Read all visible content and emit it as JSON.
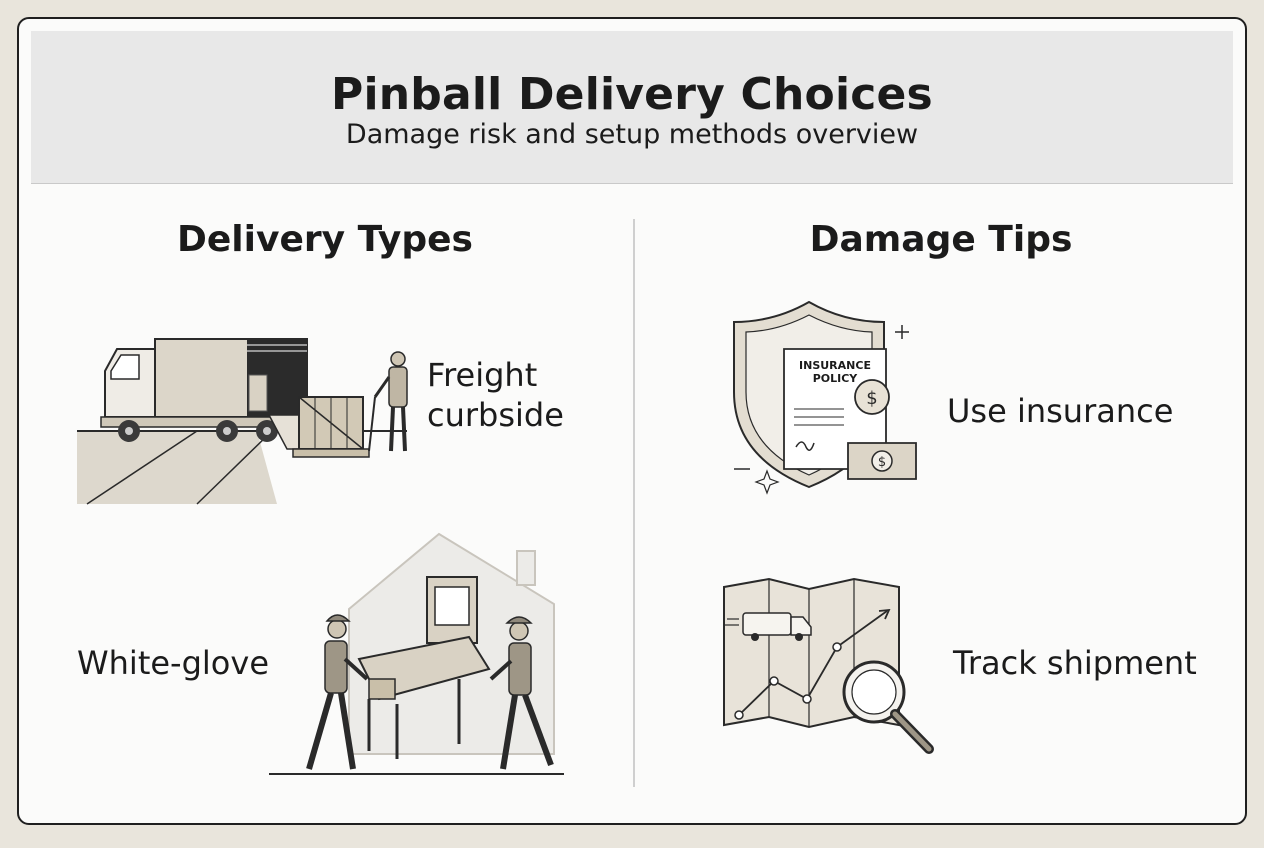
{
  "header": {
    "title": "Pinball Delivery Choices",
    "subtitle": "Damage risk and setup methods overview"
  },
  "left_column": {
    "heading": "Delivery Types",
    "items": [
      {
        "label_line1": "Freight",
        "label_line2": "curbside",
        "icon": "freight-truck-icon"
      },
      {
        "label": "White-glove",
        "icon": "movers-carrying-pinball-icon"
      }
    ]
  },
  "right_column": {
    "heading": "Damage Tips",
    "items": [
      {
        "label": "Use insurance",
        "icon": "insurance-shield-icon",
        "doc_text_1": "INSURANCE",
        "doc_text_2": "POLICY"
      },
      {
        "label": "Track shipment",
        "icon": "map-magnifier-icon"
      }
    ]
  },
  "colors": {
    "background": "#e9e5dc",
    "card": "#fbfbfa",
    "header_band": "#e8e8e8",
    "illustration_fill": "#d9d2c4",
    "line": "#2a2a2a"
  }
}
